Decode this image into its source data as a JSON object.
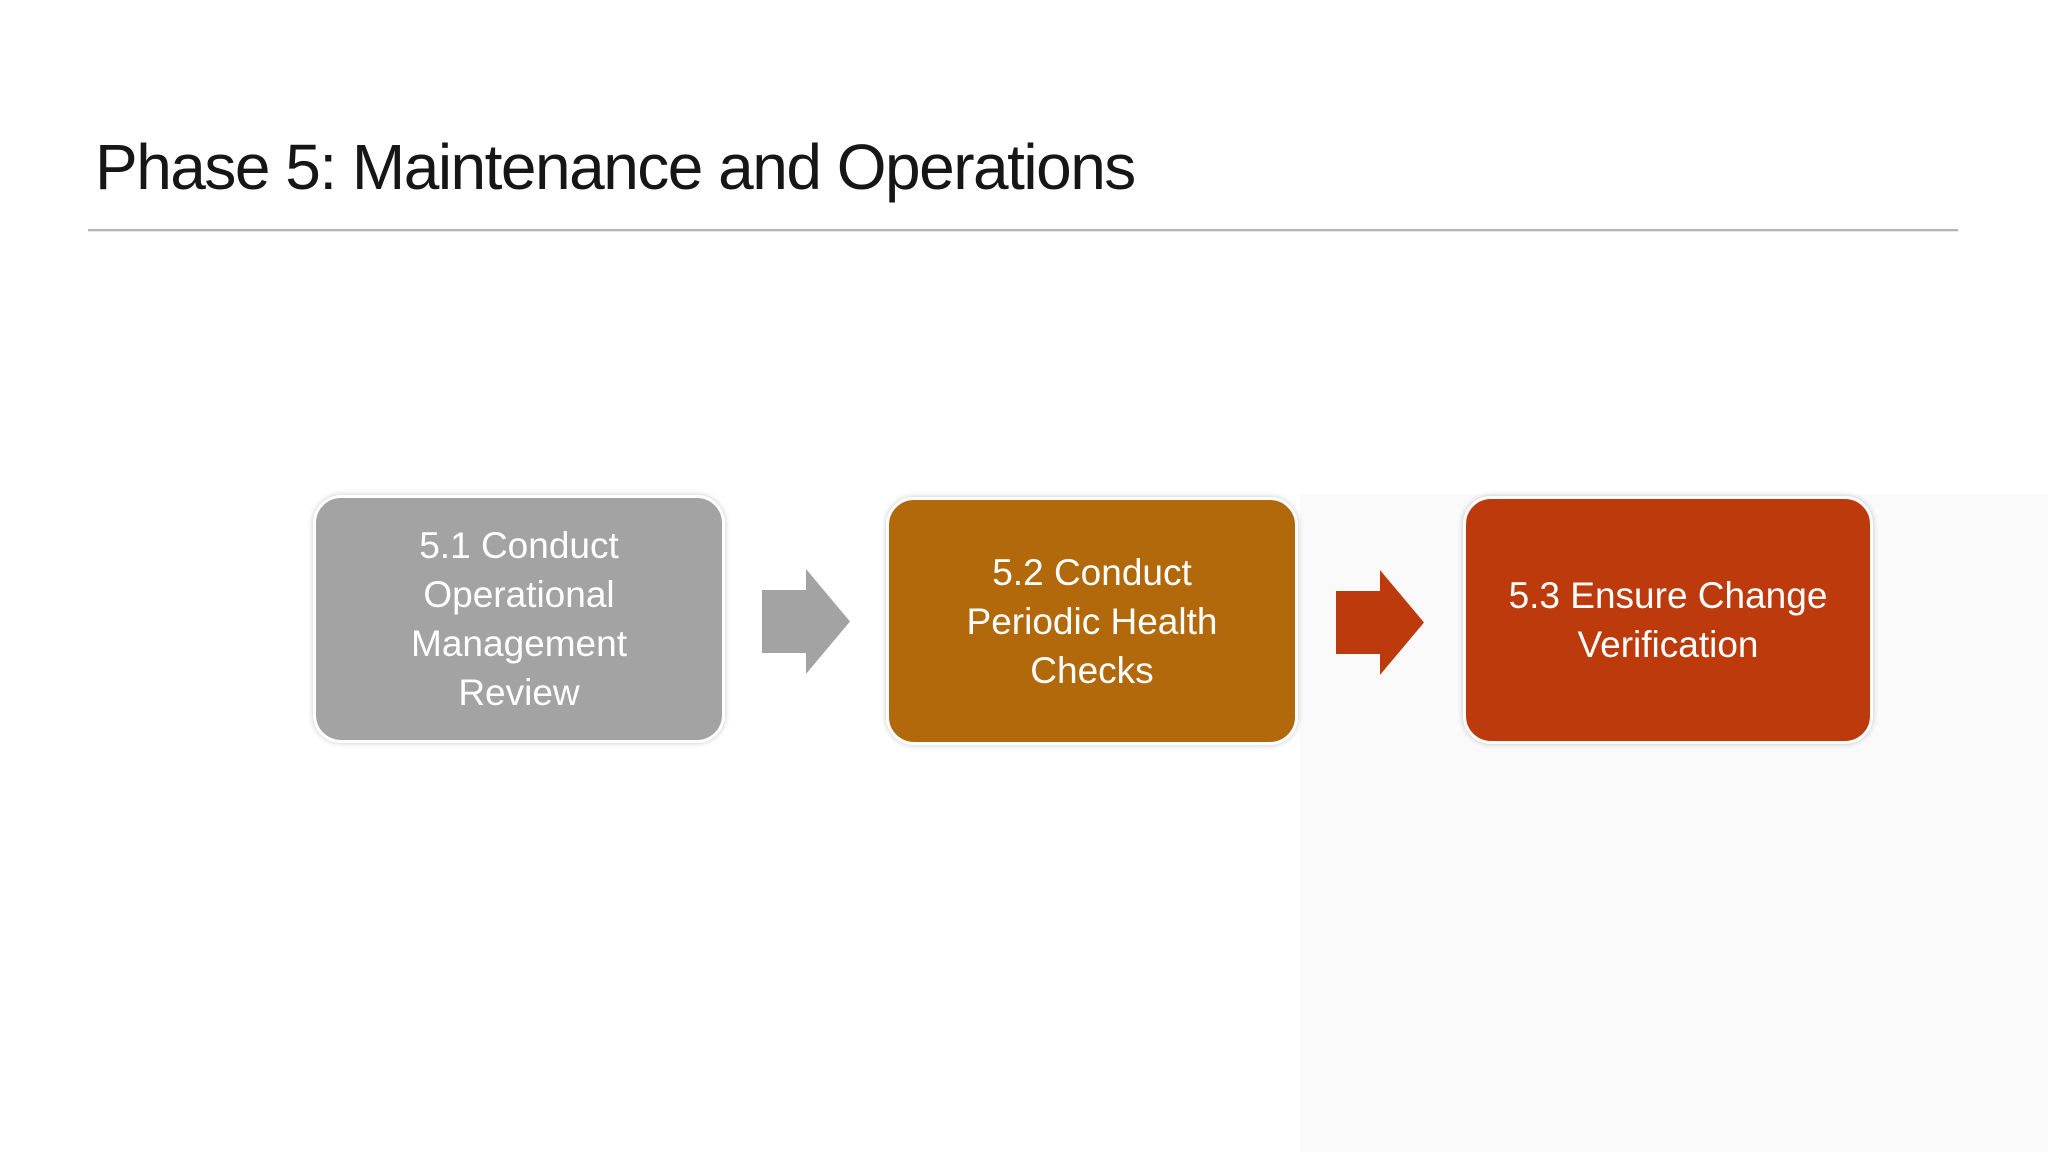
{
  "slide": {
    "title": "Phase 5: Maintenance and Operations",
    "colors": {
      "background": "#ffffff",
      "side_panel": "#fafafa",
      "divider": "#b4b4b4",
      "title_text": "#161616",
      "step_text": "#ffffff"
    },
    "process_flow": {
      "steps": [
        {
          "number": "5.1",
          "label": "5.1 Conduct\nOperational\nManagement\nReview",
          "fill": "#a3a3a3"
        },
        {
          "number": "5.2",
          "label": "5.2 Conduct\nPeriodic Health\nChecks",
          "fill": "#b2690c"
        },
        {
          "number": "5.3",
          "label": "5.3 Ensure Change\nVerification",
          "fill": "#bd3a0c"
        }
      ],
      "arrows": [
        {
          "fill": "#a3a3a3"
        },
        {
          "fill": "#bd3a0c"
        }
      ]
    }
  }
}
